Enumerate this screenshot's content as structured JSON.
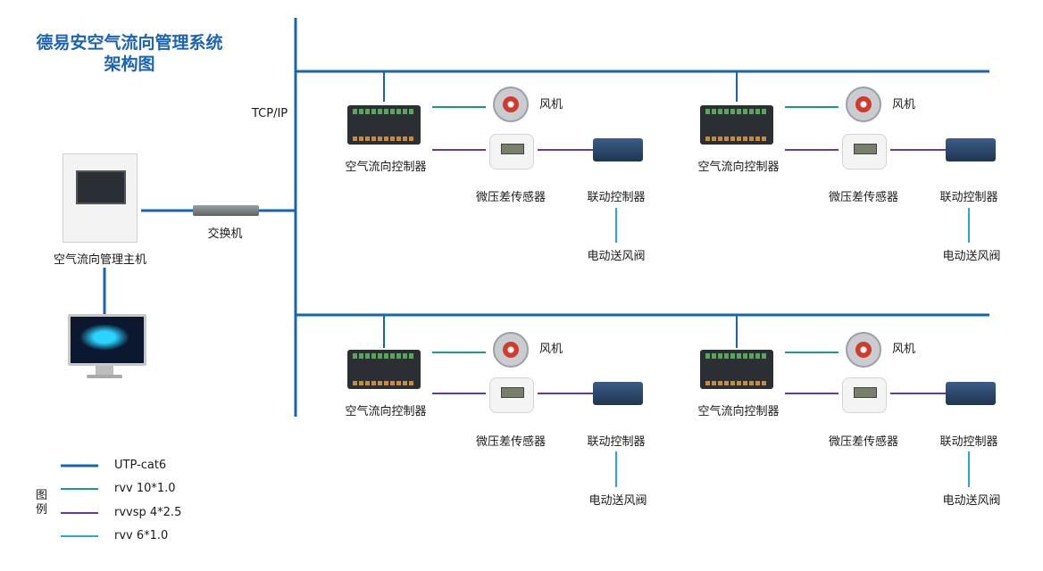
{
  "title_line1": "德易安空气流向管理系统",
  "title_line2": "架构图",
  "main_host_label": "空气流向管理主机",
  "switch_label": "交换机",
  "protocol_label": "TCP/IP",
  "groups": [
    {
      "controller": "空气流向控制器",
      "fan": "风机",
      "sensor": "微压差传感器",
      "linkage": "联动控制器",
      "damper": "电动送风阀"
    },
    {
      "controller": "空气流向控制器",
      "fan": "风机",
      "sensor": "微压差传感器",
      "linkage": "联动控制器",
      "damper": "电动送风阀"
    },
    {
      "controller": "空气流向控制器",
      "fan": "风机",
      "sensor": "微压差传感器",
      "linkage": "联动控制器",
      "damper": "电动送风阀"
    },
    {
      "controller": "空气流向控制器",
      "fan": "风机",
      "sensor": "微压差传感器",
      "linkage": "联动控制器",
      "damper": "电动送风阀"
    }
  ],
  "legend": {
    "title_char1": "图",
    "title_char2": "例",
    "items": [
      {
        "label": "UTP-cat6",
        "color": "#1565b0"
      },
      {
        "label": "rvv 10*1.0",
        "color": "#1a9a8a"
      },
      {
        "label": "rvvsp 4*2.5",
        "color": "#6a3a8e"
      },
      {
        "label": "rvv 6*1.0",
        "color": "#2aa7e0"
      }
    ]
  }
}
